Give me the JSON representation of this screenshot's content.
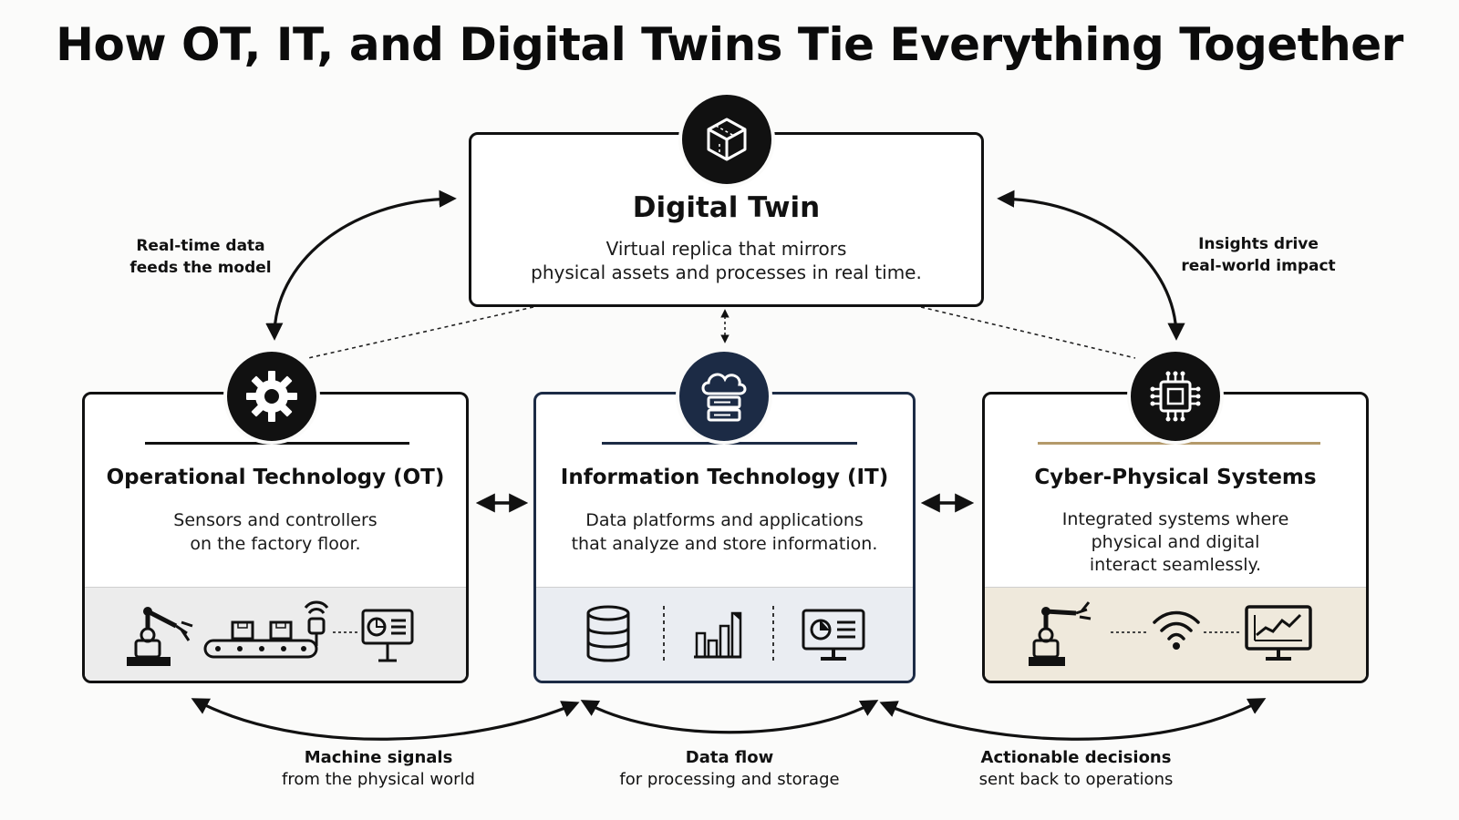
{
  "title": "How OT, IT, and Digital Twins Tie Everything Together",
  "digital_twin": {
    "title": "Digital Twin",
    "desc_line1": "Virtual replica that mirrors",
    "desc_line2": "physical assets and processes in real time.",
    "icon": "cube-icon"
  },
  "ot": {
    "title": "Operational Technology (OT)",
    "desc_line1": "Sensors and controllers",
    "desc_line2": "on the factory floor.",
    "icon": "gear-icon"
  },
  "it": {
    "title": "Information Technology (IT)",
    "desc_line1": "Data platforms and applications",
    "desc_line2": "that analyze and store information.",
    "icon": "cloud-server-icon"
  },
  "cps": {
    "title": "Cyber-Physical Systems",
    "desc_line1": "Integrated systems where",
    "desc_line2": "physical and digital",
    "desc_line3": "interact seamlessly.",
    "icon": "chip-icon"
  },
  "side_labels": {
    "left_line1": "Real-time data",
    "left_line2": "feeds the model",
    "right_line1": "Insights drive",
    "right_line2": "real-world impact"
  },
  "bottom_labels": [
    {
      "bold": "Machine signals",
      "sub": "from the physical world"
    },
    {
      "bold": "Data flow",
      "sub": "for processing and storage"
    },
    {
      "bold": "Actionable decisions",
      "sub": "sent back to operations"
    }
  ],
  "colors": {
    "ink": "#111111",
    "it_accent": "#1c2b45",
    "cps_accent": "#b49a6a",
    "ot_strip": "#ececec",
    "it_strip": "#eaedf2",
    "cps_strip": "#efe9dc"
  }
}
